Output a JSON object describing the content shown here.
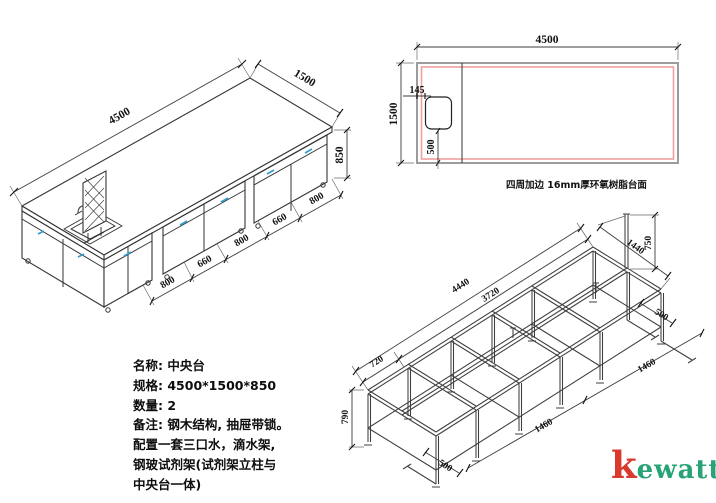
{
  "bench_iso": {
    "length": "4500",
    "width": "1500",
    "height": "850",
    "segments": [
      "800",
      "660",
      "800",
      "660",
      "800"
    ]
  },
  "plan": {
    "length": "4500",
    "width": "1500",
    "sink_left_offset": "145",
    "sink_bottom_offset": "500",
    "caption": "四周加边  16mm厚环氧树脂台面",
    "outline_color": "#9c9c9c",
    "edge_color": "#f0a0a0"
  },
  "frame_iso": {
    "total_length": "4440",
    "main_length": "3720",
    "end_length": "720",
    "leg_height": "790",
    "foot_left": "500",
    "span_a": "1460",
    "span_b": "1460",
    "foot_right": "500",
    "top_width": "1440",
    "post_height": "750"
  },
  "specs": {
    "lines": [
      "名称: 中央台",
      "规格: 4500*1500*850",
      "数量: 2",
      "备注: 钢木结构, 抽屉带锁。",
      "配置一套三口水，滴水架,",
      "钢玻试剂架(试剂架立柱与",
      "中央台一体)"
    ]
  },
  "logo": {
    "k": "k",
    "rest": "ewatt",
    "k_color": "#d93a2d",
    "rest_color": "#27a376"
  },
  "colors": {
    "line": "#343434",
    "handle_blue": "#2e9bd6"
  }
}
